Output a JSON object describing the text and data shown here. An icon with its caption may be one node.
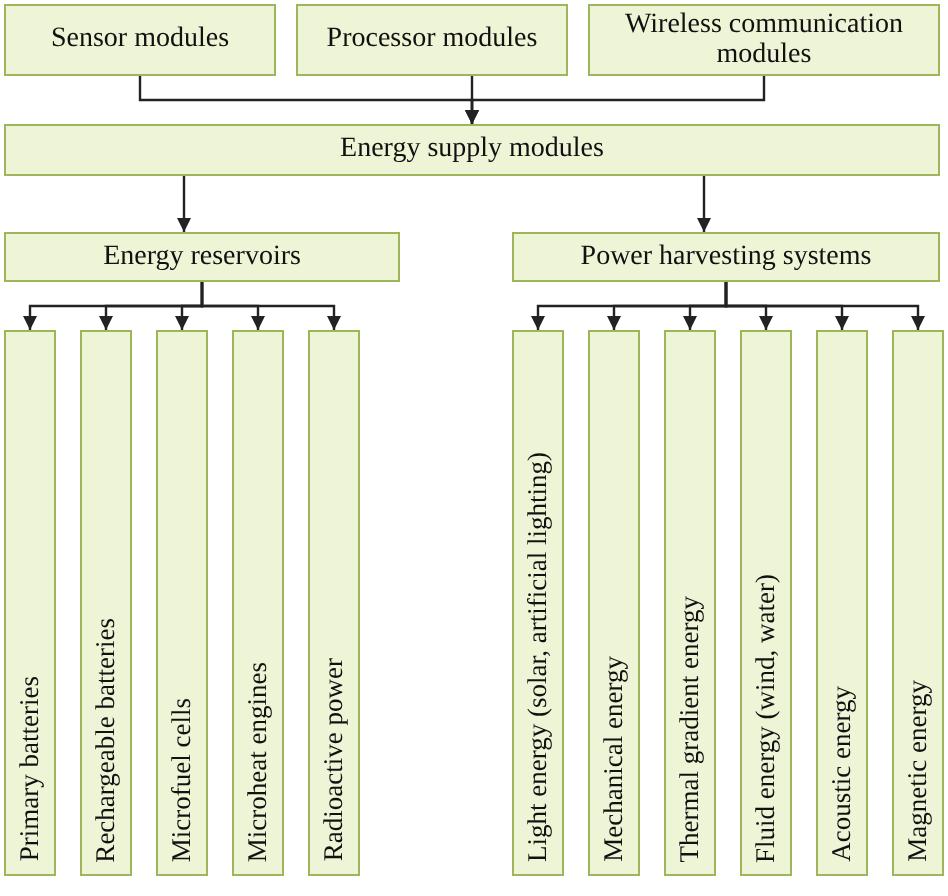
{
  "diagram": {
    "nodes": [
      {
        "text": [
          "Sensor modules"
        ]
      },
      {
        "text": [
          "Processor modules"
        ]
      },
      {
        "text": [
          "Wireless communication modules"
        ]
      },
      {
        "text": [
          "Energy supply modules"
        ]
      },
      {
        "text": [
          "Energy reservoirs"
        ]
      },
      {
        "text": [
          "Power harvesting systems"
        ]
      },
      {
        "text": [
          "Primary batteries"
        ]
      },
      {
        "text": [
          "Rechargeable batteries"
        ]
      },
      {
        "text": [
          "Microfuel cells"
        ]
      },
      {
        "text": [
          "Microheat engines"
        ]
      },
      {
        "text": [
          "Radioactive power"
        ]
      },
      {
        "text": [
          "Light energy (solar, artificial lighting)"
        ]
      },
      {
        "text": [
          "Mechanical energy"
        ]
      },
      {
        "text": [
          "Thermal gradient energy"
        ]
      },
      {
        "text": [
          "Fluid energy (wind, water)"
        ]
      },
      {
        "text": [
          "Acoustic energy"
        ]
      },
      {
        "text": [
          "Magnetic energy"
        ]
      }
    ],
    "edges": [
      {
        "from": 0,
        "to": 3,
        "arrow": "to"
      },
      {
        "from": 1,
        "to": 3,
        "arrow": "to"
      },
      {
        "from": 2,
        "to": 3,
        "arrow": "to"
      },
      {
        "from": 3,
        "to": 4,
        "arrow": "to"
      },
      {
        "from": 3,
        "to": 5,
        "arrow": "to"
      },
      {
        "from": 4,
        "to": 6,
        "arrow": "to"
      },
      {
        "from": 4,
        "to": 7,
        "arrow": "to"
      },
      {
        "from": 4,
        "to": 8,
        "arrow": "to"
      },
      {
        "from": 4,
        "to": 9,
        "arrow": "to"
      },
      {
        "from": 4,
        "to": 10,
        "arrow": "to"
      },
      {
        "from": 5,
        "to": 11,
        "arrow": "to"
      },
      {
        "from": 5,
        "to": 12,
        "arrow": "to"
      },
      {
        "from": 5,
        "to": 13,
        "arrow": "to"
      },
      {
        "from": 5,
        "to": 14,
        "arrow": "to"
      },
      {
        "from": 5,
        "to": 15,
        "arrow": "to"
      },
      {
        "from": 5,
        "to": 16,
        "arrow": "to"
      }
    ]
  }
}
